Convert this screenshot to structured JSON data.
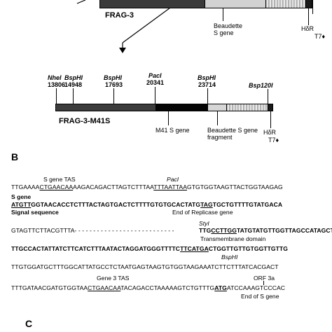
{
  "panel_a": {
    "frag3_label": "FRAG-3",
    "frag3_gene_label_line1": "Beaudette",
    "frag3_gene_label_line2": "S gene",
    "frag3_hdr": "HδR",
    "frag3_t7": "T7",
    "sites": [
      {
        "name": "NheI",
        "pos": "13806"
      },
      {
        "name": "BspHI",
        "pos": "14948"
      },
      {
        "name": "BspHI",
        "pos": "17693"
      },
      {
        "name": "PacI",
        "pos": "20341"
      },
      {
        "name": "BspHI",
        "pos": "23714"
      },
      {
        "name": "Bsp120I",
        "pos": ""
      }
    ],
    "m41s_label": "FRAG-3-M41S",
    "m41_s_gene": "M41 S gene",
    "beaudette_fragment_line1": "Beaudette S gene",
    "beaudette_fragment_line2": "fragment",
    "m41s_hdr": "HδR",
    "m41s_t7": "T7"
  },
  "panel_b": {
    "letter": "B",
    "annotations": {
      "s_gene_tas": "S gene TAS",
      "paci": "PacI",
      "s_gene": "S gene",
      "signal_sequence": "Signal sequence",
      "end_replicase": "End of Replicase gene",
      "styi": "StyI",
      "transmembrane": "Transmembrane domain",
      "bsphi": "BspHI",
      "gene3_tas": "Gene 3 TAS",
      "orf3a": "ORF 3a",
      "end_s_gene": "End of S gene"
    },
    "lines": {
      "l1": {
        "a": "TTGAAAA",
        "b": "CTGAACAA",
        "c": "AAGACAGACTTAGTCTTTAA",
        "d": "TTTAATTAA",
        "e": "GTGTGGTAAGTTACTGGTAAGAG"
      },
      "l2": {
        "a": "ATGTT",
        "b": "GGTAACACCTCTTTACTAGTGACTCTTTTGTGTGCACTATG",
        "c": "TAG",
        "d": "TGCTGTTTTGTATGACA"
      },
      "l3": {
        "a": "GTAGTTCTTACGTTTA",
        "b": "- - - - - - - - - - - - - - - - - - - - - - - - - - -",
        "c": "TTG",
        "d": "CCTTGG",
        "e": "TATGTATGTTGGTTAGCCATAGCTT"
      },
      "l4": {
        "a": "TTGCCACTATTATCTTCATCTTTAATACTAGGATGGGTTTTC",
        "b": "TTCATGA",
        "c": "CTGGTTGTTGTGGTTGTTG"
      },
      "l5": {
        "a": "TTGTGGATGCTTTGGCATTATGCCTCTAATGAGTAAGTGTGGTAAGAAATCTTCTTTATCACGACT"
      },
      "l6": {
        "a": "TTTGATAACGATGTGGTAA",
        "b": "CTGAACAA",
        "c": "TACAGACCTAAAAAGTCTGTTTG",
        "d": "ATG",
        "e": "ATCCAAAGTCCCAC"
      }
    }
  },
  "panel_c": {
    "letter": "C"
  }
}
